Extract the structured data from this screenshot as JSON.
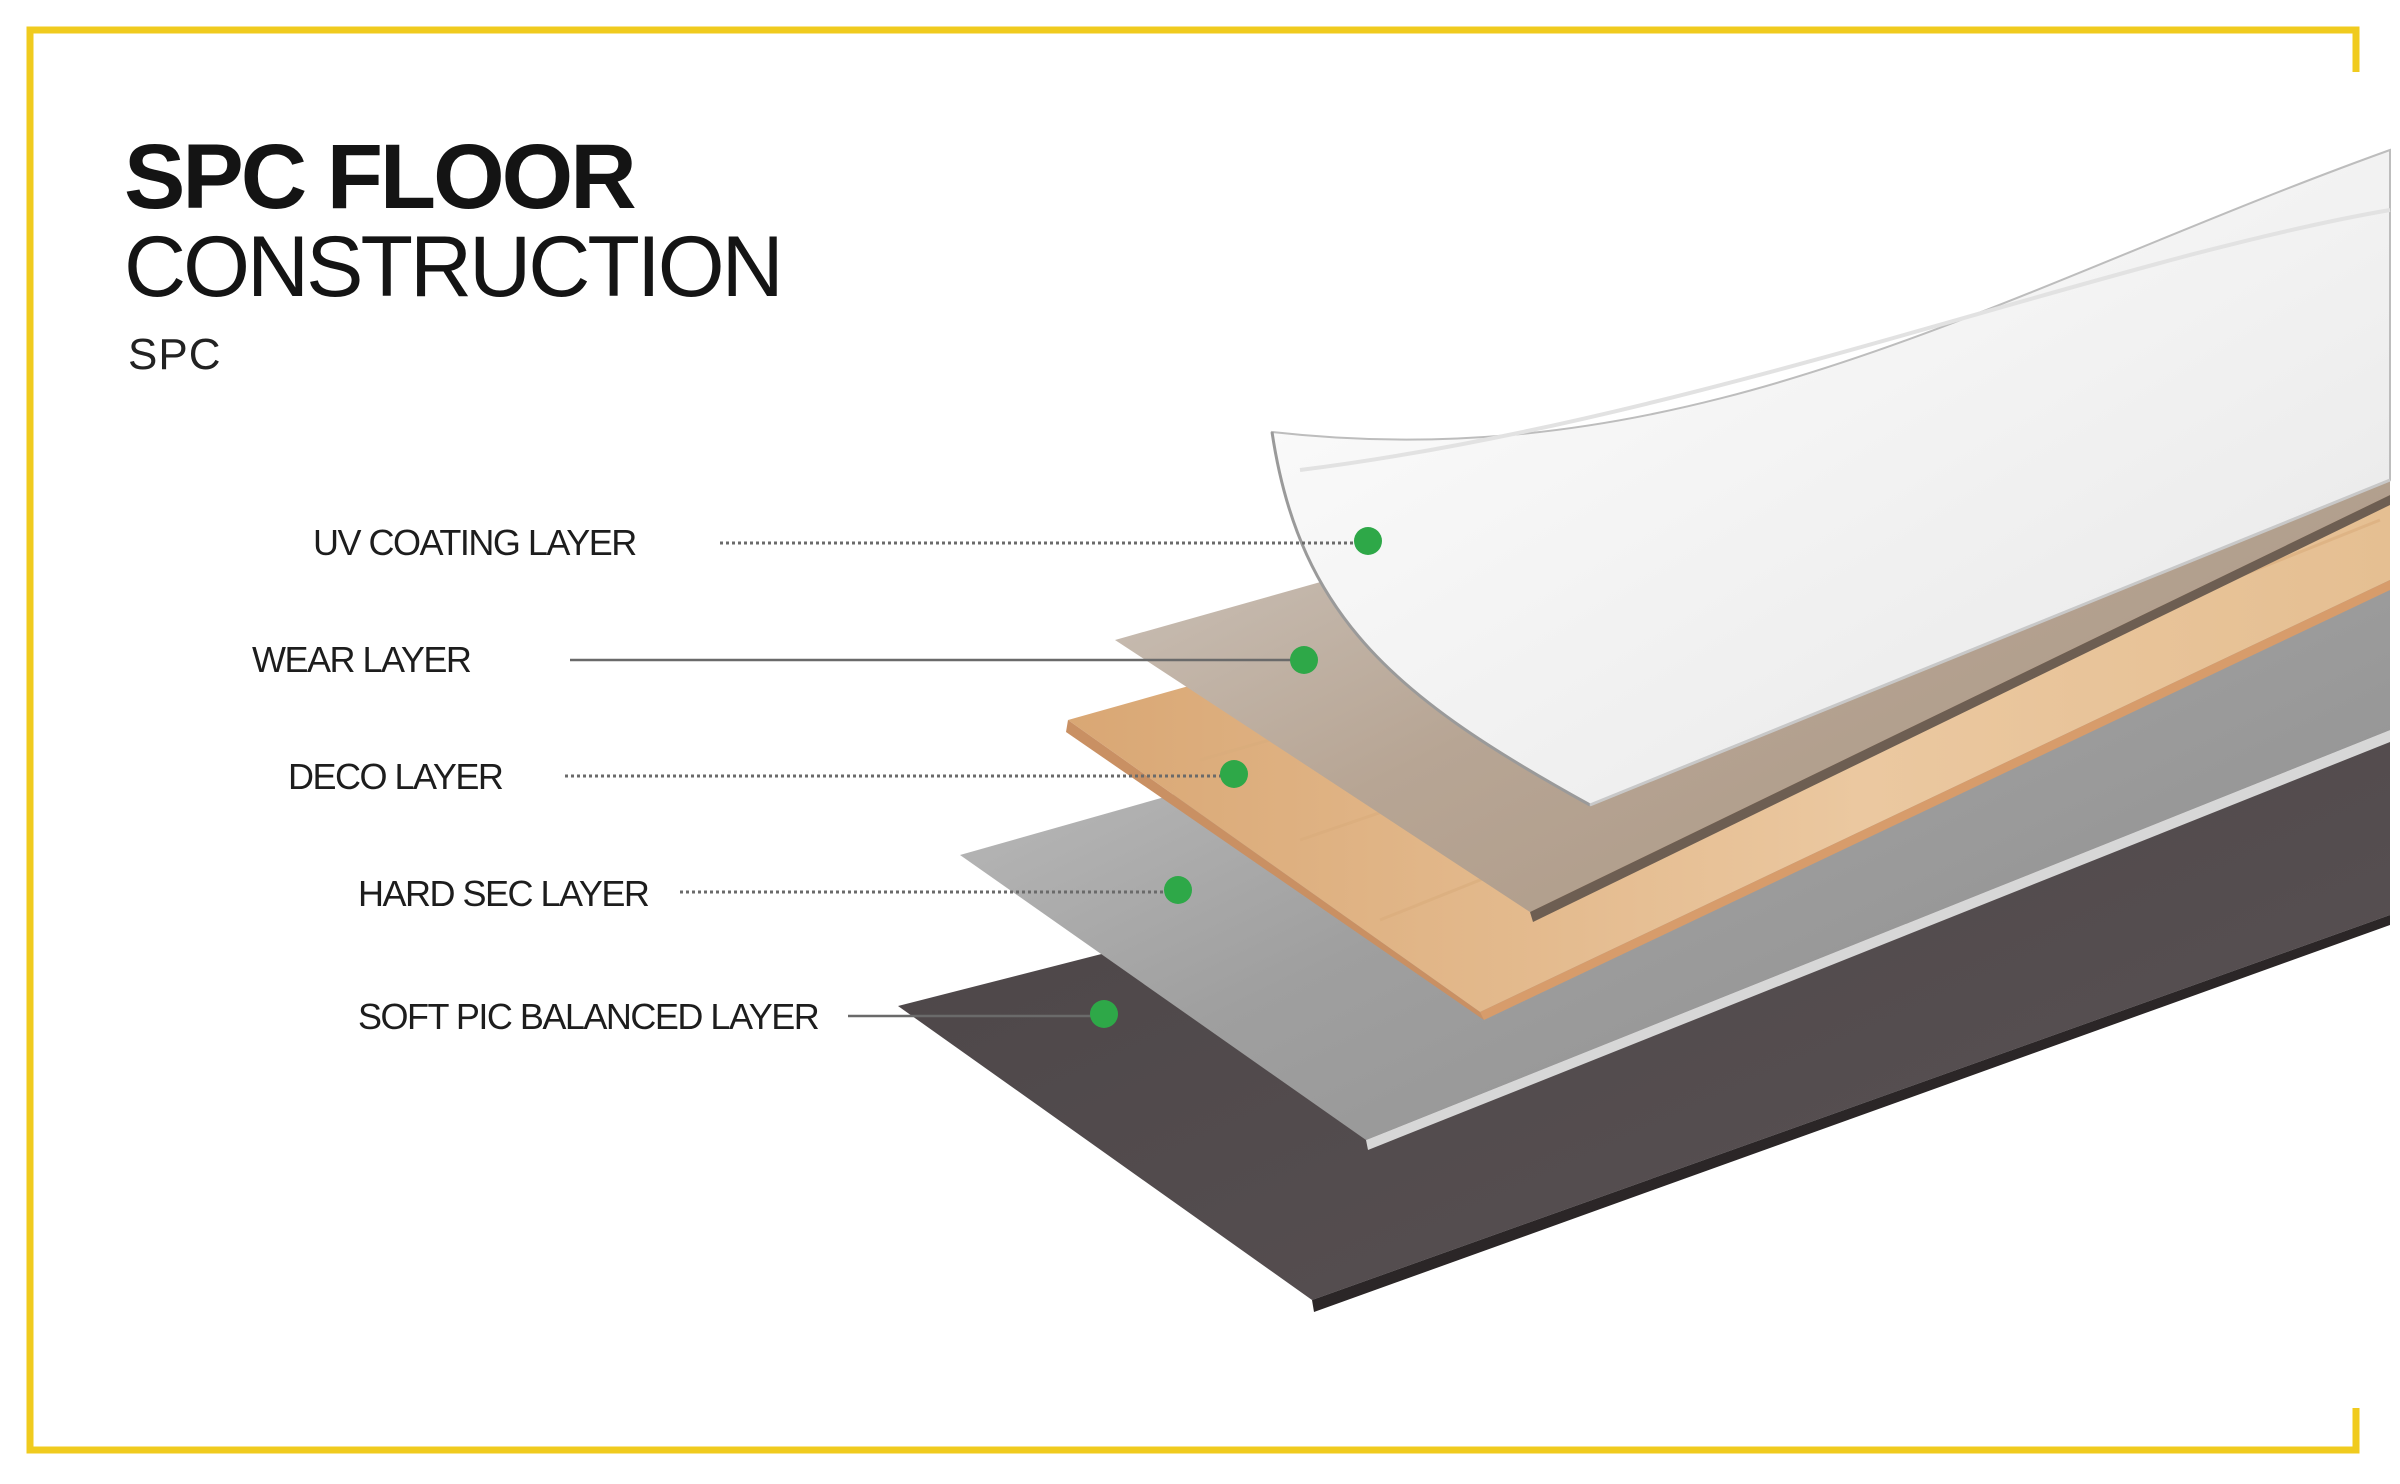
{
  "title": {
    "line1": "SPC FLOOR",
    "line2": "CONSTRUCTION",
    "subtitle": "SPC"
  },
  "layers": [
    {
      "name": "UV COATING LAYER"
    },
    {
      "name": "WEAR LAYER"
    },
    {
      "name": "DECO LAYER"
    },
    {
      "name": "HARD SEC LAYER"
    },
    {
      "name": "SOFT PIC BALANCED LAYER"
    }
  ],
  "colors": {
    "frame": "#f0cb1e",
    "marker": "#2ea848",
    "uv_coating": "#f1f1f1",
    "wear": "#b9aa9c",
    "deco": "#e3b888",
    "hard_sec": "#a9a9a9",
    "soft_balanced": "#4f4749"
  }
}
